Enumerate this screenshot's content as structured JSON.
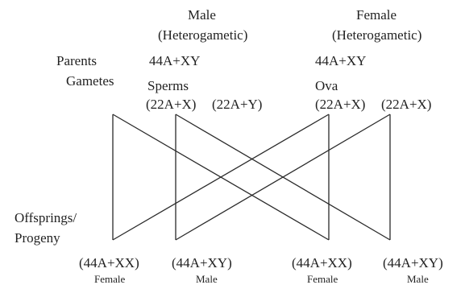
{
  "headers": {
    "male_line1": "Male",
    "male_line2": "(Heterogametic)",
    "female_line1": "Female",
    "female_line2": "(Heterogametic)"
  },
  "row_labels": {
    "parents": "Parents",
    "gametes": "Gametes",
    "offspring_line1": "Offsprings/",
    "offspring_line2": "Progeny"
  },
  "parents": {
    "male": "44A+XY",
    "female": "44A+XY"
  },
  "gametes": {
    "male_label": "Sperms",
    "female_label": "Ova",
    "sperm1": "(22A+X)",
    "sperm2": "(22A+Y)",
    "ovum1": "(22A+X)",
    "ovum2": "(22A+X)"
  },
  "offspring": [
    {
      "karyotype": "(44A+XX)",
      "sex": "Female"
    },
    {
      "karyotype": "(44A+XY)",
      "sex": "Male"
    },
    {
      "karyotype": "(44A+XX)",
      "sex": "Female"
    },
    {
      "karyotype": "(44A+XY)",
      "sex": "Male"
    }
  ],
  "line_color": "#2a2a2a"
}
